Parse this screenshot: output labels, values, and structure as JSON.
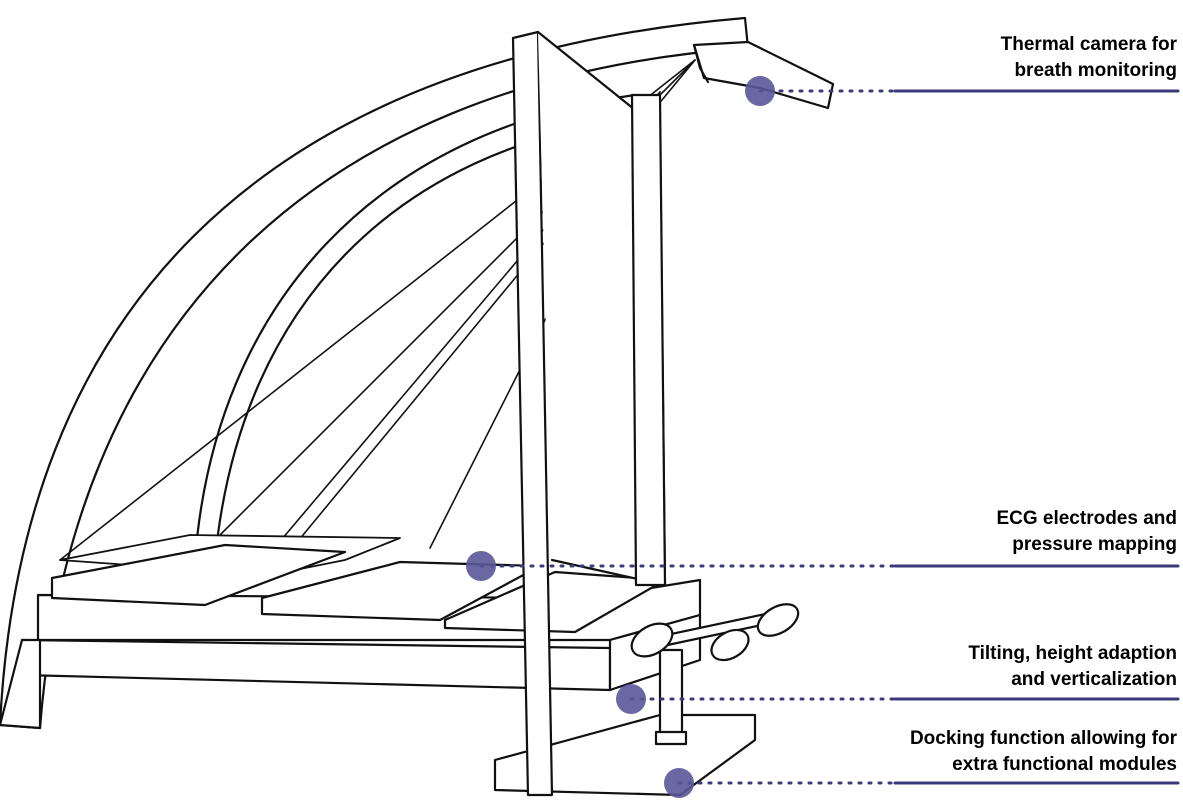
{
  "callouts": [
    {
      "id": "camera",
      "lines": [
        "Thermal camera for",
        "breath monitoring"
      ]
    },
    {
      "id": "ecg",
      "lines": [
        "ECG electrodes and",
        "pressure mapping"
      ]
    },
    {
      "id": "tilt",
      "lines": [
        "Tilting, height adaption",
        "and verticalization"
      ]
    },
    {
      "id": "dock",
      "lines": [
        "Docking function allowing for",
        "extra functional modules"
      ]
    }
  ],
  "colors": {
    "marker": "#5a5798",
    "leader": "#3b3979",
    "outline": "#111111"
  }
}
